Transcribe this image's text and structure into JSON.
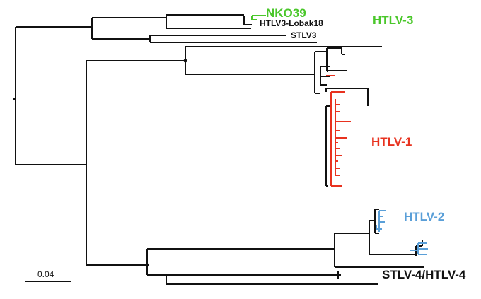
{
  "labels": {
    "nko39": "NKO39",
    "lobak18": "HTLV3-Lobak18",
    "stlv3": "STLV3",
    "htlv3": "HTLV-3",
    "htlv1": "HTLV-1",
    "htlv2": "HTLV-2",
    "stlv4": "STLV-4/HTLV-4",
    "scale": "0.04"
  },
  "colors": {
    "htlv3": "#4ac72a",
    "htlv1": "#e8321f",
    "htlv2": "#5a9fd8",
    "black": "#111111"
  }
}
